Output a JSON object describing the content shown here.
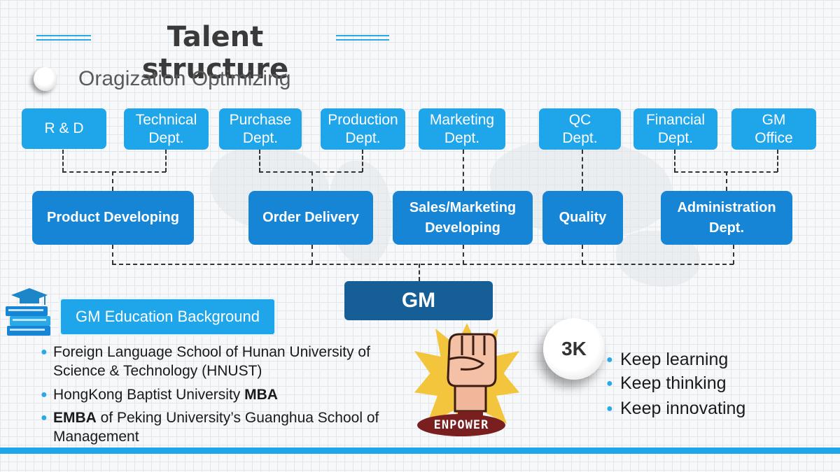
{
  "header": {
    "title": "Talent structure",
    "subtitle": "Oragization Optimizing"
  },
  "departments": [
    {
      "label": "R & D"
    },
    {
      "label": "Technical\nDept."
    },
    {
      "label": "Purchase\nDept."
    },
    {
      "label": "Production\nDept."
    },
    {
      "label": "Marketing\nDept."
    },
    {
      "label": "QC\nDept."
    },
    {
      "label": "Financial\nDept."
    },
    {
      "label": "GM\nOffice"
    }
  ],
  "functions": [
    {
      "label": "Product Developing"
    },
    {
      "label": "Order Delivery"
    },
    {
      "label": "Sales/Marketing\nDeveloping"
    },
    {
      "label": "Quality"
    },
    {
      "label": "Administration\nDept."
    }
  ],
  "gm": {
    "label": "GM"
  },
  "education": {
    "heading": "GM Education Background",
    "items": [
      {
        "line1": "Foreign Language School of Hunan University of",
        "line2": "Science & Technology (HNUST)"
      },
      {
        "text": "HongKong Baptist University ",
        "bold": "MBA"
      },
      {
        "bold": "EMBA",
        "text": " of Peking University’s Guanghua School of",
        "line2": "Management"
      }
    ]
  },
  "empower": {
    "label": "ENPOWER"
  },
  "principles": {
    "badge": "3K",
    "items": [
      "Keep learning",
      "Keep thinking",
      "Keep innovating"
    ]
  },
  "colors": {
    "light_blue": "#1ea5ea",
    "mid_blue": "#1785d6",
    "dark_blue": "#155e96",
    "title_gray": "#3a3a3a"
  }
}
